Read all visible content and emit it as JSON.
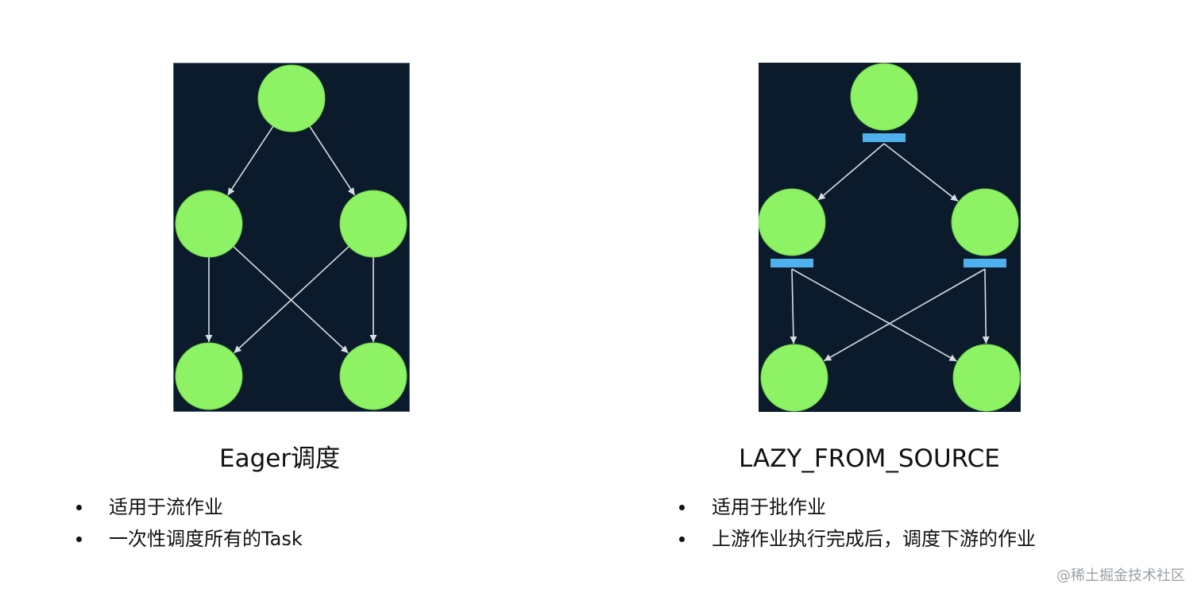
{
  "colors": {
    "panel_background": "#0b1b2c",
    "node_fill": "#8ef265",
    "edge": "#d9dde2",
    "blocking_bar": "#4fb0ee"
  },
  "diagrams": [
    {
      "id": "eager",
      "title": "Eager调度",
      "bullets": [
        "适用于流作业",
        "一次性调度所有的Task"
      ],
      "nodes": [
        "top",
        "mid-left",
        "mid-right",
        "bottom-left",
        "bottom-right"
      ],
      "edges": [
        [
          "top",
          "mid-left"
        ],
        [
          "top",
          "mid-right"
        ],
        [
          "mid-left",
          "bottom-left"
        ],
        [
          "mid-left",
          "bottom-right"
        ],
        [
          "mid-right",
          "bottom-left"
        ],
        [
          "mid-right",
          "bottom-right"
        ]
      ],
      "bars_after": []
    },
    {
      "id": "lazy",
      "title": "LAZY_FROM_SOURCE",
      "bullets": [
        "适用于批作业",
        "上游作业执行完成后，调度下游的作业"
      ],
      "nodes": [
        "top",
        "mid-left",
        "mid-right",
        "bottom-left",
        "bottom-right"
      ],
      "edges": [
        [
          "top",
          "mid-left"
        ],
        [
          "top",
          "mid-right"
        ],
        [
          "mid-left",
          "bottom-left"
        ],
        [
          "mid-left",
          "bottom-right"
        ],
        [
          "mid-right",
          "bottom-left"
        ],
        [
          "mid-right",
          "bottom-right"
        ]
      ],
      "bars_after": [
        "top",
        "mid-left",
        "mid-right"
      ]
    }
  ],
  "watermark": "@稀土掘金技术社区"
}
